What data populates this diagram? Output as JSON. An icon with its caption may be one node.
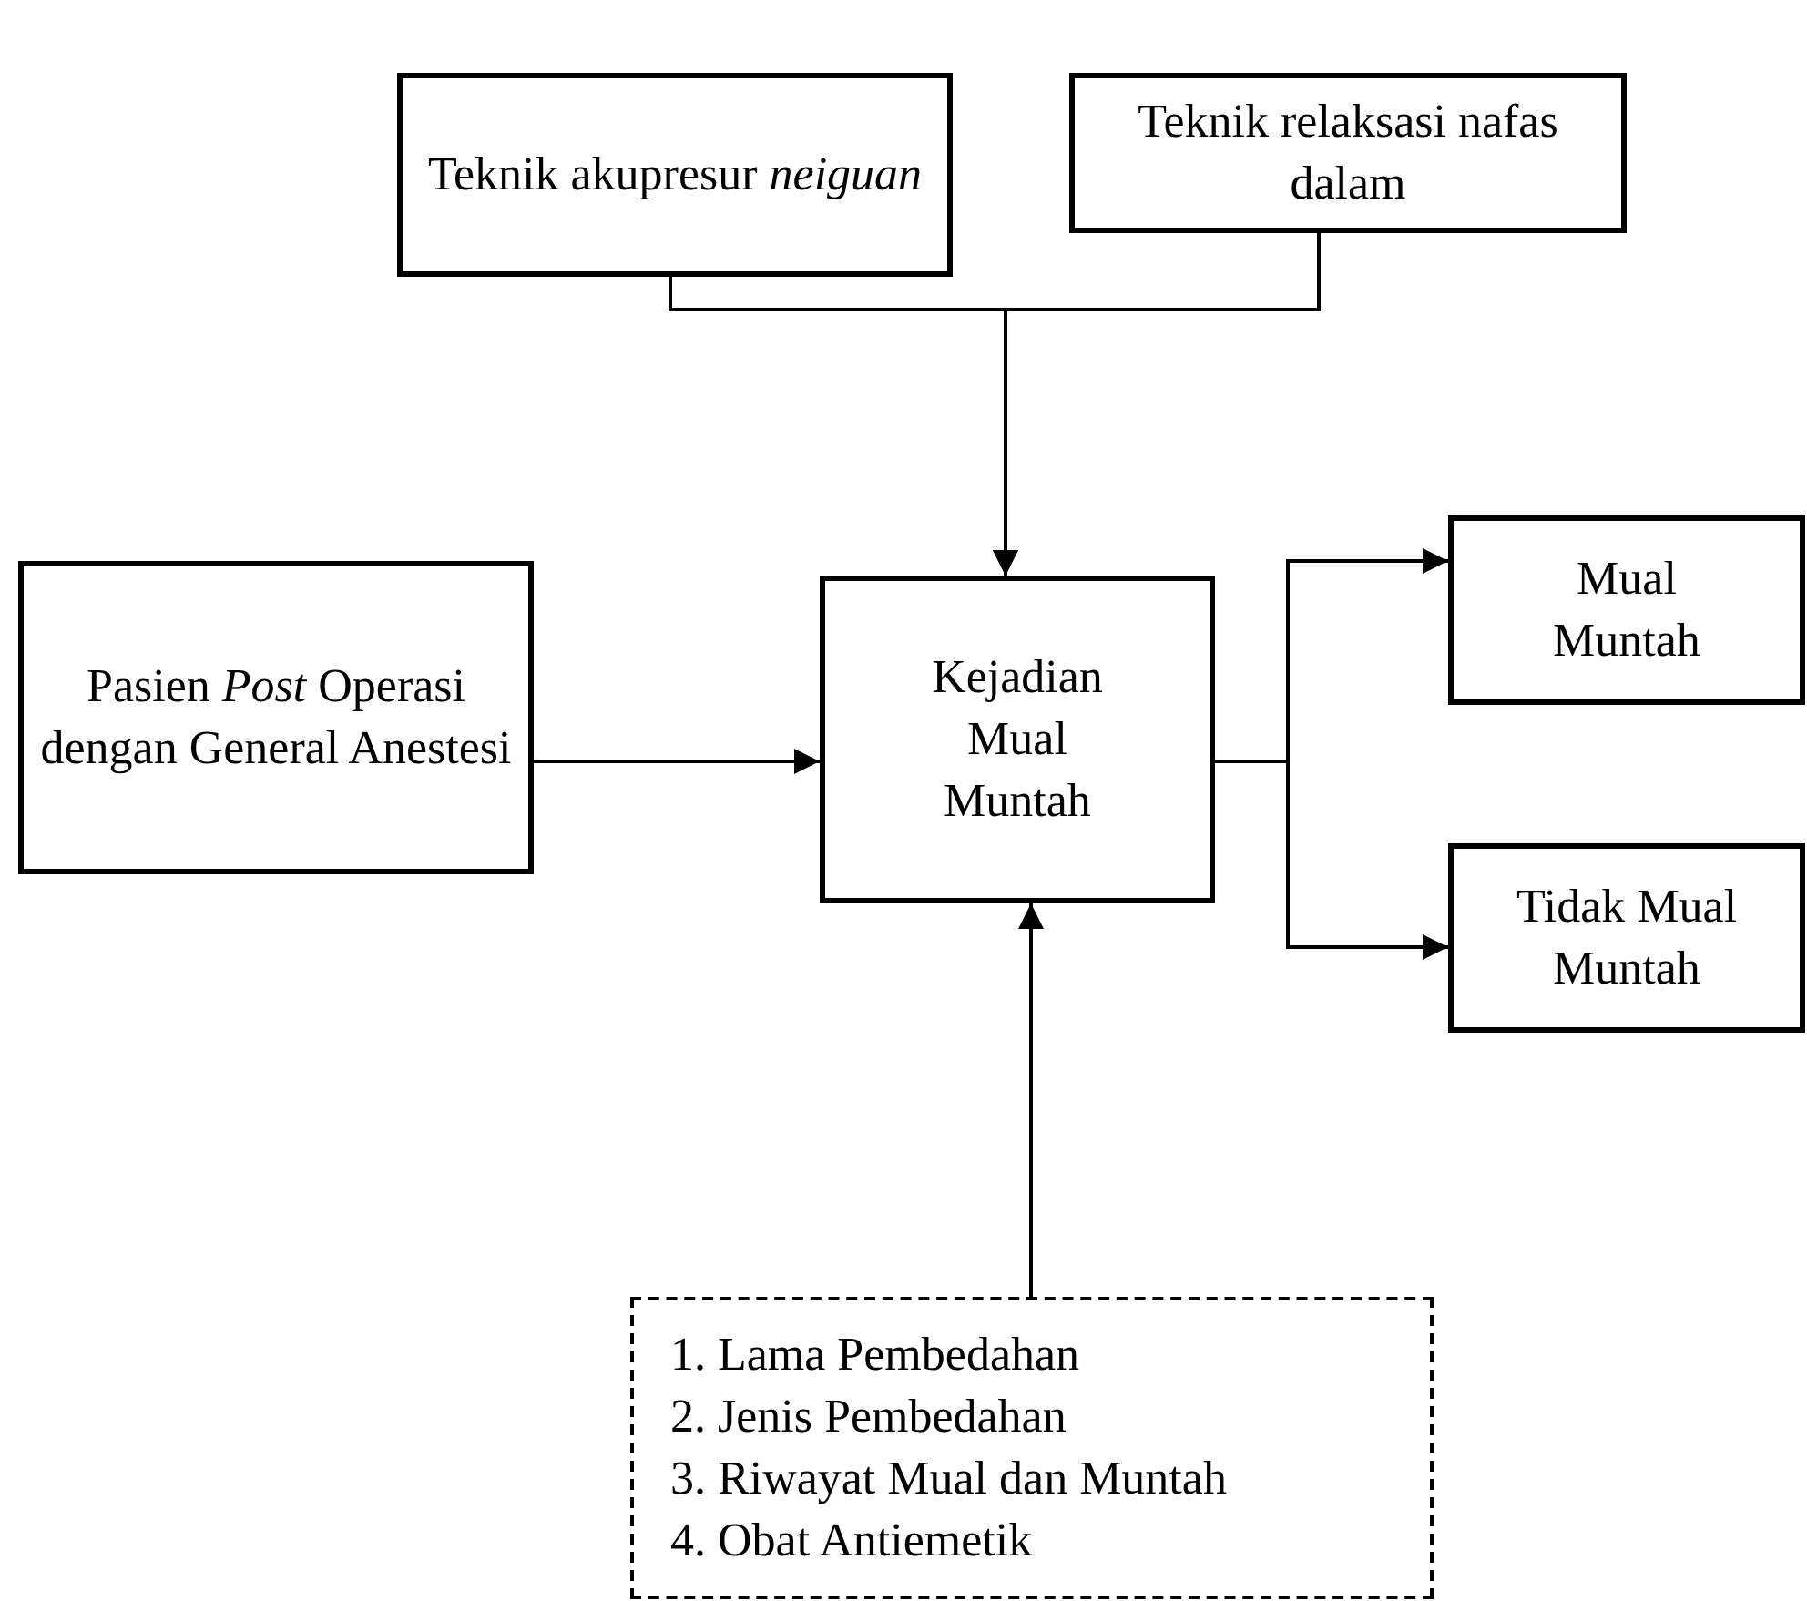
{
  "diagram": {
    "nodes": [
      {
        "text": [
          "Teknik akupresur *neiguan*"
        ]
      },
      {
        "text": [
          "Teknik relaksasi nafas dalam"
        ]
      },
      {
        "text": [
          "Pasien *Post* Operasi dengan General Anestesi"
        ]
      },
      {
        "text": [
          "Kejadian Mual Muntah"
        ]
      },
      {
        "text": [
          "Mual Muntah"
        ]
      },
      {
        "text": [
          "Tidak Mual Muntah"
        ]
      },
      {
        "text": [
          "1. Lama Pembedahan",
          "2. Jenis Pembedahan",
          "3. Riwayat Mual dan Muntah",
          "4. Obat Antiemetik"
        ]
      }
    ],
    "edges": [
      {
        "from": 0,
        "to": 3,
        "arrow": "to"
      },
      {
        "from": 1,
        "to": 3,
        "arrow": "to"
      },
      {
        "from": 2,
        "to": 3,
        "arrow": "to"
      },
      {
        "from": 3,
        "to": 4,
        "arrow": "to"
      },
      {
        "from": 3,
        "to": 5,
        "arrow": "to"
      },
      {
        "from": 6,
        "to": 3,
        "arrow": "to"
      }
    ]
  }
}
